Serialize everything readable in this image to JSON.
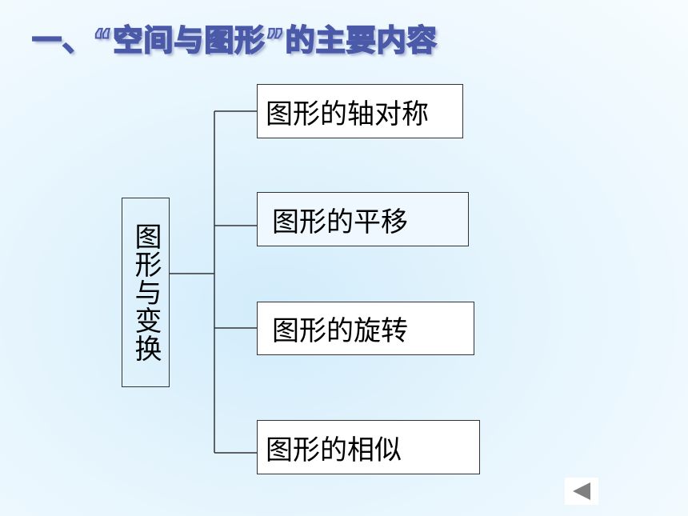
{
  "slide": {
    "title": "一、“空间与图形”的主要内容"
  },
  "diagram": {
    "root": {
      "label": "图形与变换"
    },
    "children": [
      {
        "label": "图形的轴对称"
      },
      {
        "label": "图形的平移"
      },
      {
        "label": "图形的旋转"
      },
      {
        "label": "图形的相似"
      }
    ]
  },
  "navigation": {
    "back_icon": "triangle-left-icon"
  }
}
